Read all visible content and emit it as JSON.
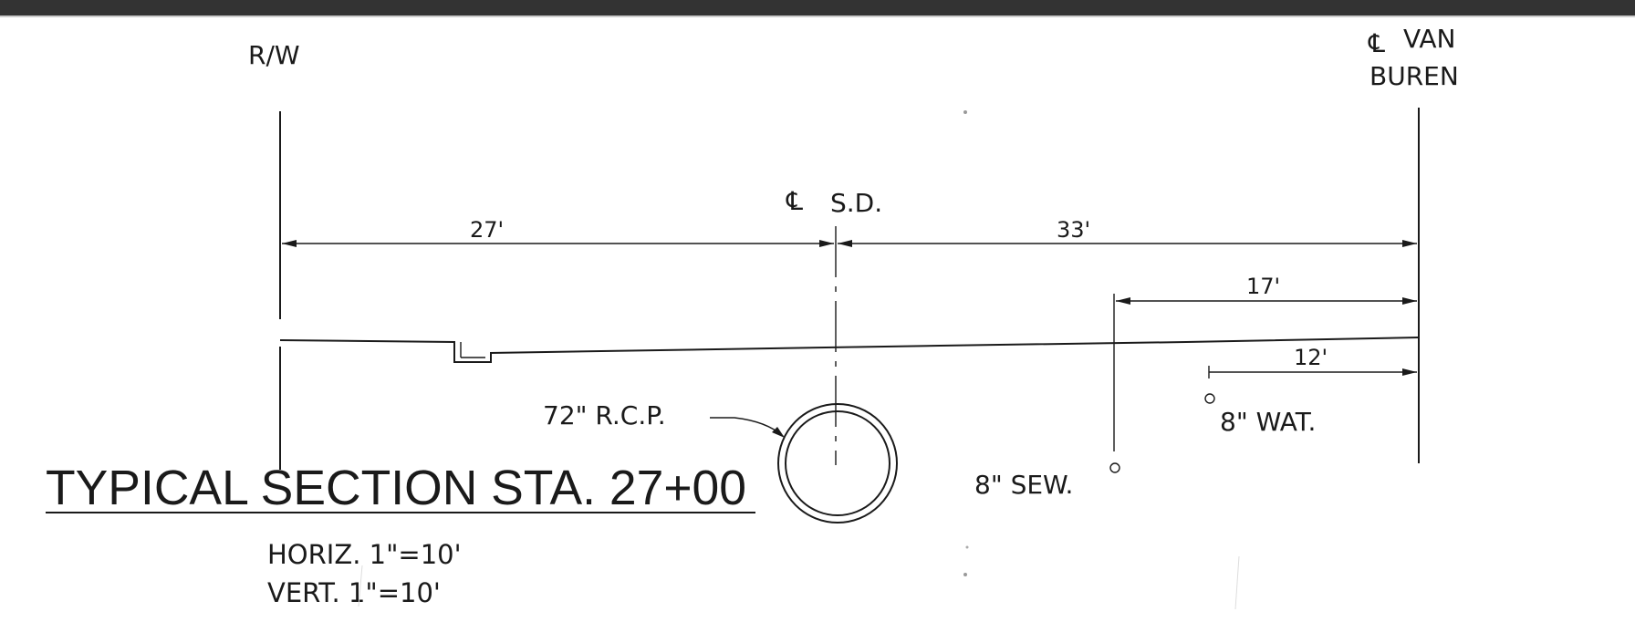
{
  "drawing": {
    "title": "TYPICAL SECTION STA. 27+00",
    "scale_horizontal": "HORIZ.  1\"=10'",
    "scale_vertical": "VERT.  1\"=10'"
  },
  "labels": {
    "right_of_way": "R/W",
    "centerline_symbol": "℄",
    "centerline_van_buren_line1": "VAN",
    "centerline_van_buren_line2": "BUREN",
    "centerline_storm_drain": "S.D.",
    "storm_pipe": "72\"  R.C.P.",
    "sewer": "8\"  SEW.",
    "water": "8\"  WAT."
  },
  "dimensions": {
    "rw_to_sd": "27'",
    "sd_to_van_buren": "33'",
    "sewer_offset": "17'",
    "water_offset": "12'"
  }
}
